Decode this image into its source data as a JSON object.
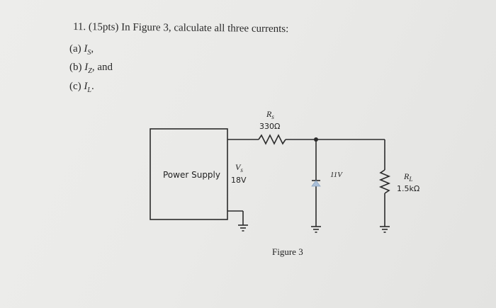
{
  "question": {
    "number": "11.",
    "points": "(15pts)",
    "text": "In Figure 3, calculate all three currents:"
  },
  "parts": {
    "a": {
      "label": "(a)",
      "var": "I",
      "sub": "S",
      "tail": ","
    },
    "b": {
      "label": "(b)",
      "var": "I",
      "sub": "Z",
      "tail": ", and"
    },
    "c": {
      "label": "(c)",
      "var": "I",
      "sub": "L",
      "tail": "."
    }
  },
  "circuit": {
    "power_supply_label": "Power Supply",
    "vs_var": "V",
    "vs_sub": "s",
    "vs_value": "18V",
    "rs_var": "R",
    "rs_sub": "s",
    "rs_value": "330Ω",
    "zener_value": "11V",
    "rl_var": "R",
    "rl_sub": "L",
    "rl_value": "1.5kΩ",
    "caption": "Figure 3"
  }
}
